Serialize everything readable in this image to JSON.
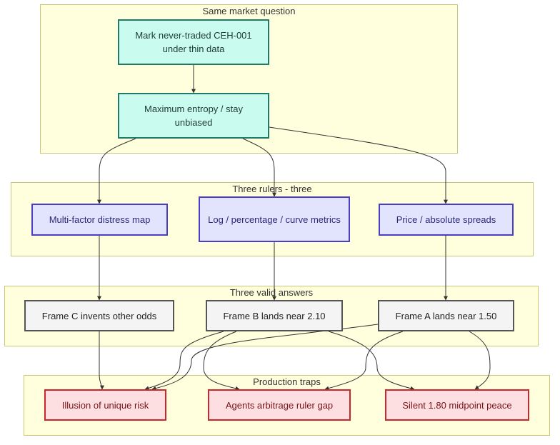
{
  "clusters": {
    "question": "Same market question",
    "rulers": "Three rulers - three",
    "answers": "Three valid answers",
    "traps": "Production traps"
  },
  "nodes": {
    "mark": "Mark never-traded CEH-001 under thin data",
    "entropy": "Maximum entropy / stay unbiased",
    "multifactor": "Multi-factor distress map",
    "log": "Log / percentage / curve metrics",
    "price": "Price / absolute spreads",
    "frame_c": "Frame C invents other odds",
    "frame_b": "Frame B lands near 2.10",
    "frame_a": "Frame A lands near 1.50",
    "illusion": "Illusion of unique risk",
    "agents": "Agents arbitrage ruler gap",
    "silent": "Silent 1.80 midpoint peace"
  },
  "colors": {
    "cluster_fill": "#ffffde",
    "teal_fill": "#c9fcef",
    "blue_fill": "#e2e4fd",
    "gray_fill": "#f4f4f4",
    "red_fill": "#fddfe1"
  }
}
